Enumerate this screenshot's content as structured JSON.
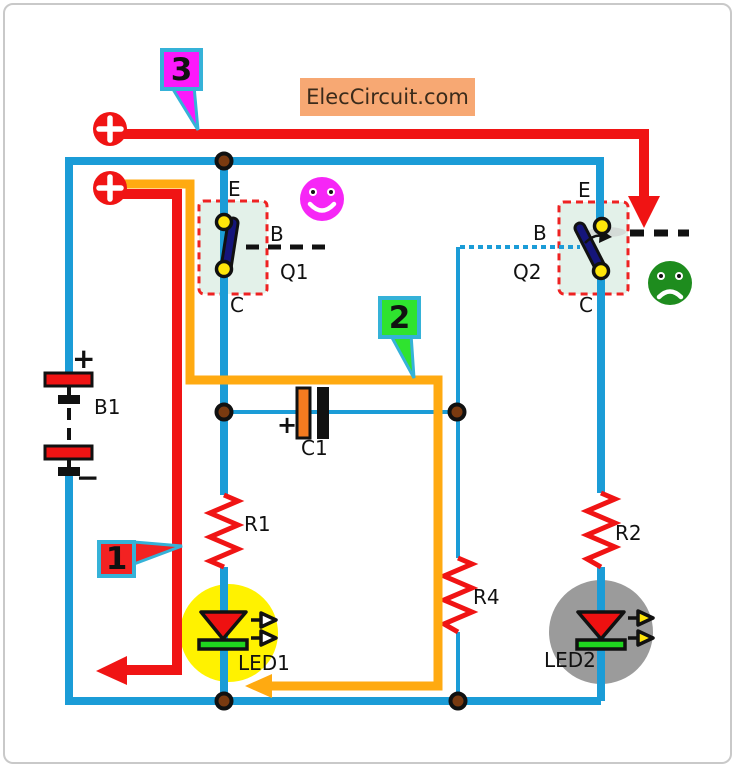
{
  "banner": {
    "text": "ElecCircuit.com"
  },
  "callouts": {
    "step1": "1",
    "step2": "2",
    "step3": "3"
  },
  "battery": {
    "label": "B1",
    "plus_sign": "+",
    "minus_sign": "−"
  },
  "transistors": {
    "q1": {
      "label": "Q1",
      "emitter": "E",
      "base": "B",
      "collector": "C",
      "switch_state": "closed"
    },
    "q2": {
      "label": "Q2",
      "emitter": "E",
      "base": "B",
      "collector": "C",
      "switch_state": "open"
    }
  },
  "capacitor": {
    "label": "C1",
    "plus_sign": "+"
  },
  "resistors": {
    "r1": {
      "label": "R1"
    },
    "r2": {
      "label": "R2"
    },
    "r4": {
      "label": "R4"
    }
  },
  "leds": {
    "led1": {
      "label": "LED1",
      "state": "on"
    },
    "led2": {
      "label": "LED2",
      "state": "off"
    }
  },
  "colors": {
    "wire_blue": "#1B9CD7",
    "wire_red": "#F01414",
    "wire_orange": "#FFAA11",
    "resistor_red": "#F01414",
    "junction_brown": "#7A3A10",
    "transistor_box_fill": "#E3F1E9",
    "transistor_box_border": "#EE2222",
    "terminal_yellow": "#FFE60A",
    "lever_navy": "#15157A",
    "led_red": "#EE1111",
    "led_green_bar": "#1FD51F",
    "led1_glow": "#FFF200",
    "led2_off": "#9B9B9B",
    "cap_orange": "#F47B20",
    "banner_bg": "#F7A873",
    "callout1_bg": "#F32222",
    "callout2_bg": "#2FE32F",
    "callout3_bg": "#FB19FB",
    "callout_border": "#35B2D8",
    "smiley_pink": "#F626F6",
    "frowny_green": "#1E8C1E"
  }
}
